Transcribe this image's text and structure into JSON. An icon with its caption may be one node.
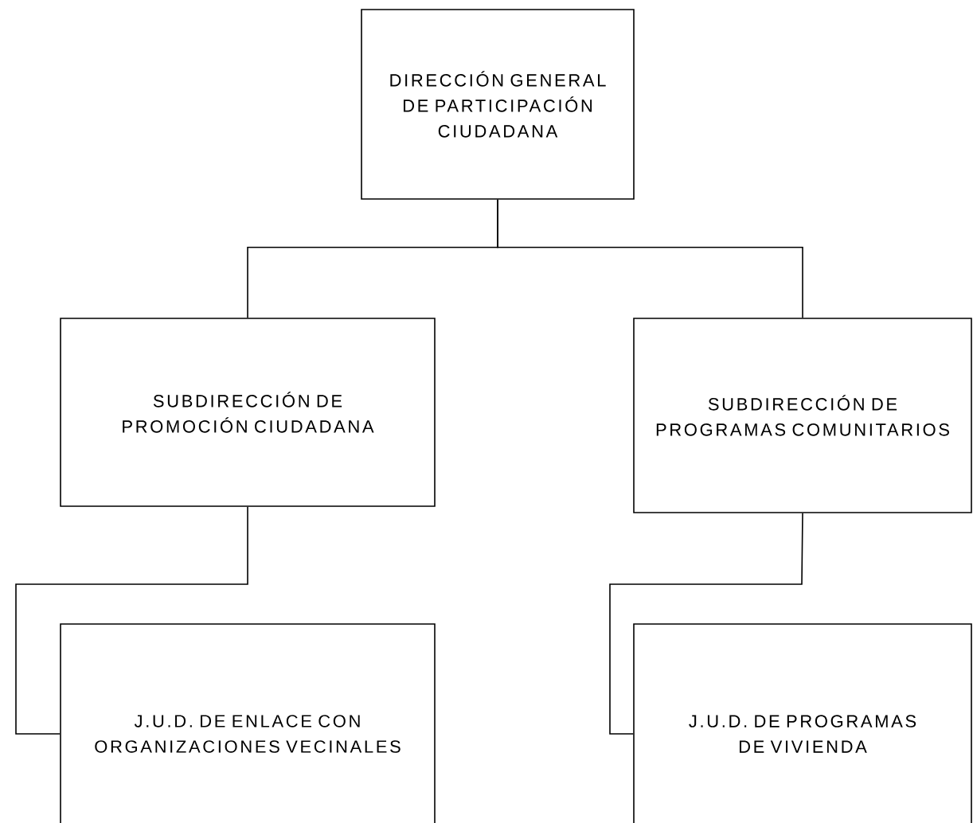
{
  "diagram": {
    "nodes": [
      {
        "text": [
          "DIRECCIÓN GENERAL DE PARTICIPACIÓN CIUDADANA"
        ]
      },
      {
        "text": [
          "SUBDIRECCIÓN DE PROMOCIÓN CIUDADANA"
        ]
      },
      {
        "text": [
          "SUBDIRECCIÓN DE PROGRAMAS COMUNITARIOS"
        ]
      },
      {
        "text": [
          "J.U.D. DE ENLACE CON ORGANIZACIONES VECINALES"
        ]
      },
      {
        "text": [
          "J.U.D. DE PROGRAMAS DE VIVIENDA"
        ]
      }
    ],
    "edges": [
      {
        "from": 0,
        "to": 1,
        "arrow": "none"
      },
      {
        "from": 0,
        "to": 2,
        "arrow": "none"
      },
      {
        "from": 1,
        "to": 3,
        "arrow": "none"
      },
      {
        "from": 2,
        "to": 4,
        "arrow": "none"
      }
    ]
  }
}
